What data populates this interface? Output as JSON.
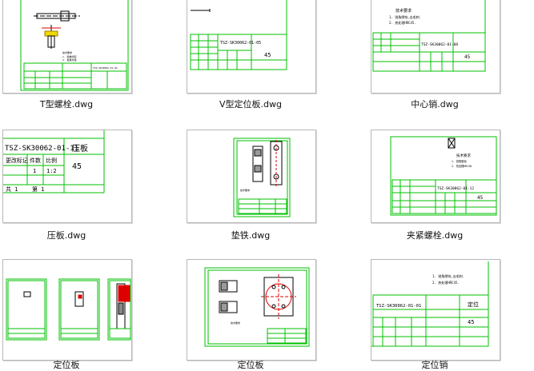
{
  "files": [
    {
      "name": "T型螺栓.dwg"
    },
    {
      "name": "V型定位板.dwg",
      "drawing": {
        "code": "TSZ-SK30062-01-05",
        "scale": "45"
      }
    },
    {
      "name": "中心销.dwg",
      "drawing": {
        "code": "TSZ-SK30062-01-08",
        "scale": "45",
        "notes": [
          "技术要求",
          "1. 锐角倒钝,去毛刺.",
          "2. 热处理HRC45."
        ]
      }
    },
    {
      "name": "压板.dwg",
      "drawing": {
        "code": "TSZ-SK30062-01-11",
        "title": "压板",
        "scale": "45",
        "cells": [
          "更改标记",
          "件数",
          "比例",
          "1",
          "1:2",
          "共 1",
          "第 1"
        ]
      }
    },
    {
      "name": "垫铁.dwg"
    },
    {
      "name": "夹紧螺栓.dwg",
      "drawing": {
        "code": "TSZ-SK30062-01-12",
        "scale": "45",
        "notes": [
          "技术要求",
          "1. 锐角倒钝.",
          "2. 热处理HRC40."
        ]
      }
    },
    {
      "name": "定位板"
    },
    {
      "name": "定位板"
    },
    {
      "name": "定位销",
      "drawing": {
        "code": "TSZ-SK30062-01-01",
        "title": "定位",
        "scale": "45",
        "notes": [
          "1. 锐角倒钝,去毛刺.",
          "2. 热处理HRC45."
        ]
      }
    }
  ]
}
